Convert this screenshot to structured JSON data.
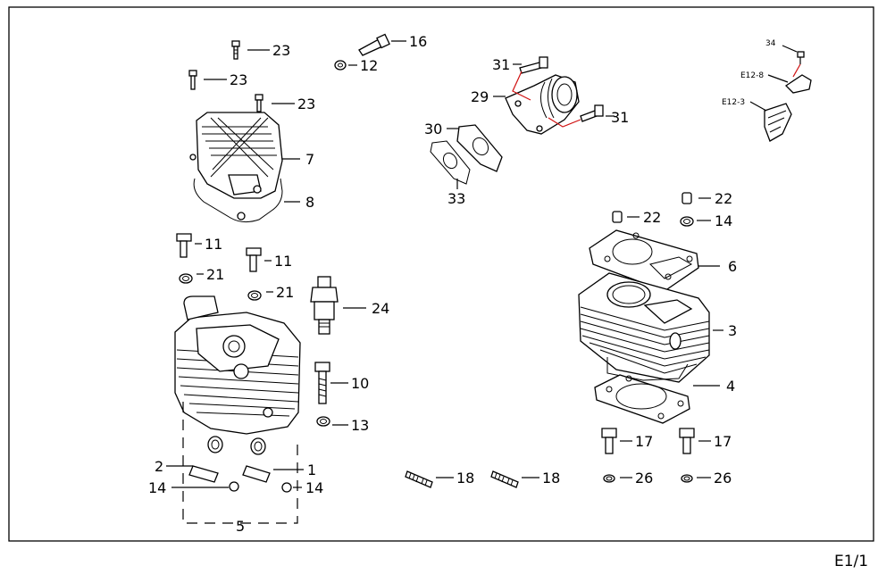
{
  "diagram": {
    "page_label": "E1/1",
    "ref_labels": [
      {
        "id": "23a",
        "text": "23"
      },
      {
        "id": "23b",
        "text": "23"
      },
      {
        "id": "23c",
        "text": "23"
      },
      {
        "id": "16",
        "text": "16"
      },
      {
        "id": "12",
        "text": "12"
      },
      {
        "id": "7",
        "text": "7"
      },
      {
        "id": "8",
        "text": "8"
      },
      {
        "id": "11a",
        "text": "11"
      },
      {
        "id": "11b",
        "text": "11"
      },
      {
        "id": "21a",
        "text": "21"
      },
      {
        "id": "21b",
        "text": "21"
      },
      {
        "id": "24",
        "text": "24"
      },
      {
        "id": "10",
        "text": "10"
      },
      {
        "id": "13",
        "text": "13"
      },
      {
        "id": "2",
        "text": "2"
      },
      {
        "id": "14a",
        "text": "14"
      },
      {
        "id": "1",
        "text": "1"
      },
      {
        "id": "14b",
        "text": "14"
      },
      {
        "id": "5",
        "text": "5"
      },
      {
        "id": "18a",
        "text": "18"
      },
      {
        "id": "18b",
        "text": "18"
      },
      {
        "id": "31a",
        "text": "31"
      },
      {
        "id": "29",
        "text": "29"
      },
      {
        "id": "31b",
        "text": "31"
      },
      {
        "id": "30",
        "text": "30"
      },
      {
        "id": "33",
        "text": "33"
      },
      {
        "id": "22a",
        "text": "22"
      },
      {
        "id": "22b",
        "text": "22"
      },
      {
        "id": "14c",
        "text": "14"
      },
      {
        "id": "6",
        "text": "6"
      },
      {
        "id": "3",
        "text": "3"
      },
      {
        "id": "4",
        "text": "4"
      },
      {
        "id": "17a",
        "text": "17"
      },
      {
        "id": "17b",
        "text": "17"
      },
      {
        "id": "26a",
        "text": "26"
      },
      {
        "id": "26b",
        "text": "26"
      }
    ],
    "small_labels": [
      {
        "id": "34",
        "text": "34"
      },
      {
        "id": "e12-8",
        "text": "E12-8"
      },
      {
        "id": "e12-3",
        "text": "E12-3"
      }
    ]
  }
}
